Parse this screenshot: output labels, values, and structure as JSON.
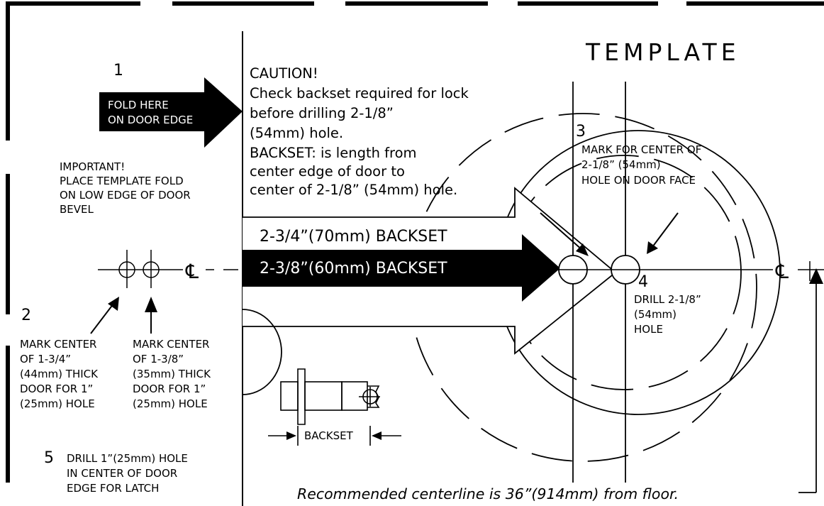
{
  "title": "TEMPLATE",
  "steps": {
    "one": "1",
    "two": "2",
    "three": "3",
    "four": "4",
    "five": "5"
  },
  "fold_arrow": [
    "FOLD HERE",
    "ON DOOR EDGE"
  ],
  "important": [
    "IMPORTANT!",
    "PLACE TEMPLATE FOLD",
    "ON LOW EDGE OF DOOR",
    "BEVEL"
  ],
  "caution": [
    "CAUTION!",
    "Check backset required for lock",
    "before drilling 2-1/8”",
    "(54mm) hole.",
    "BACKSET: is length from",
    "center edge of door to",
    "center of 2-1/8” (54mm) hole."
  ],
  "mark_face": [
    "MARK FOR CENTER OF",
    "2-1/8” (54mm)",
    "HOLE ON DOOR FACE"
  ],
  "backset_long": "2-3/4”(70mm) BACKSET",
  "backset_short": "2-3/8”(60mm) BACKSET",
  "centerline_symbol": "℄",
  "drill_face": [
    "DRILL 2-1/8”",
    "(54mm)",
    "HOLE"
  ],
  "mark_thick_1": [
    "MARK CENTER",
    "OF 1-3/4”",
    "(44mm) THICK",
    "DOOR FOR 1”",
    "(25mm) HOLE"
  ],
  "mark_thick_2": [
    "MARK CENTER",
    "OF 1-3/8”",
    "(35mm) THICK",
    "DOOR FOR 1”",
    "(25mm) HOLE"
  ],
  "drill_edge": [
    "DRILL 1”(25mm) HOLE",
    "IN CENTER OF DOOR",
    "EDGE FOR LATCH"
  ],
  "latch_label": "BACKSET",
  "footer": "Recommended centerline is 36”(914mm) from floor."
}
